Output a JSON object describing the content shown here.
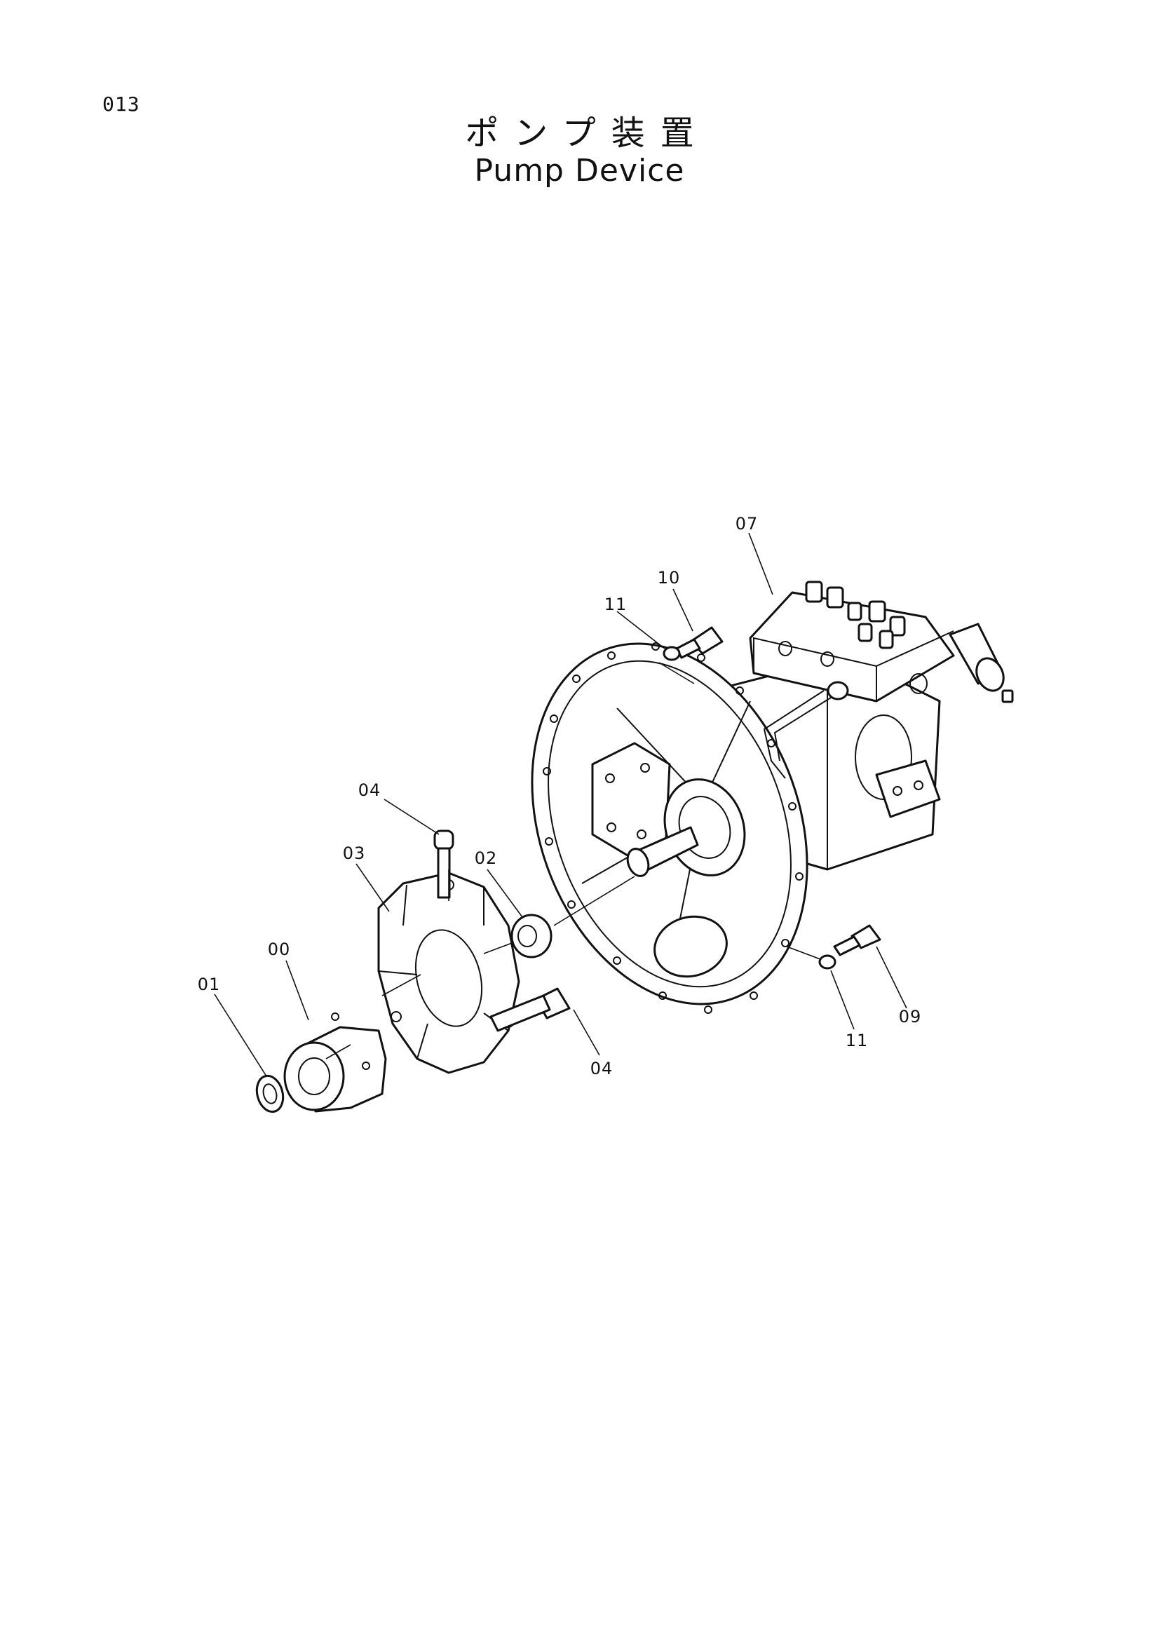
{
  "page": {
    "number": "013",
    "title_jp": "ポンプ装置",
    "title_en": "Pump Device"
  },
  "callouts": [
    {
      "key": "c07",
      "label": "07"
    },
    {
      "key": "c10",
      "label": "10"
    },
    {
      "key": "c11a",
      "label": "11"
    },
    {
      "key": "c04a",
      "label": "04"
    },
    {
      "key": "c03",
      "label": "03"
    },
    {
      "key": "c02",
      "label": "02"
    },
    {
      "key": "c00",
      "label": "00"
    },
    {
      "key": "c01",
      "label": "01"
    },
    {
      "key": "c04b",
      "label": "04"
    },
    {
      "key": "c09",
      "label": "09"
    },
    {
      "key": "c11b",
      "label": "11"
    }
  ]
}
